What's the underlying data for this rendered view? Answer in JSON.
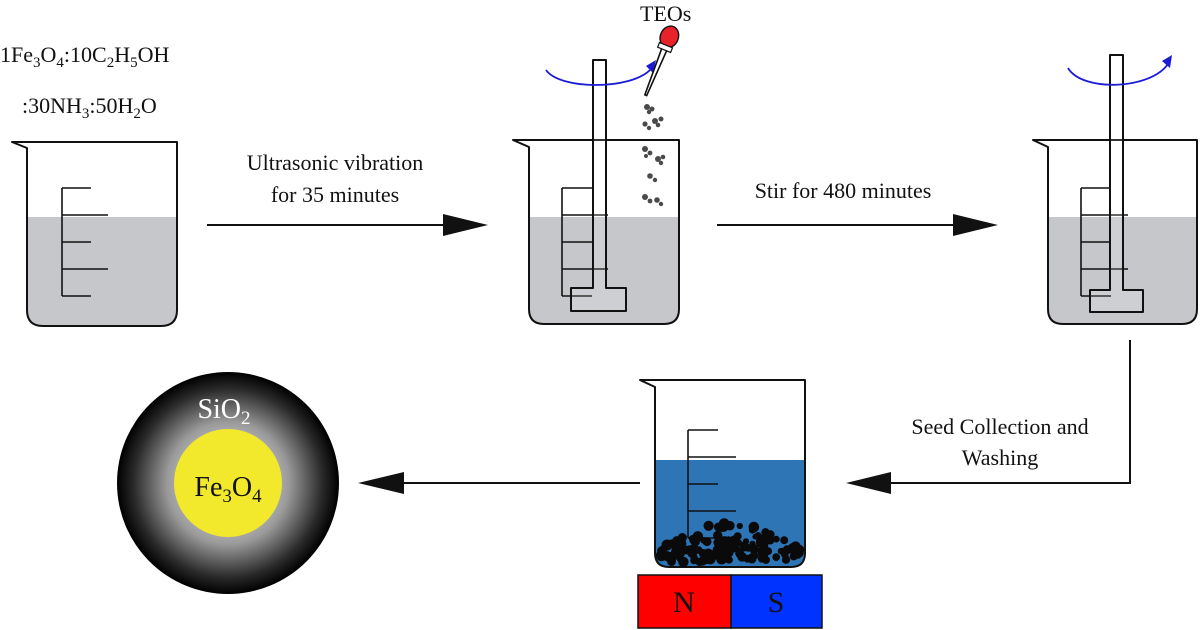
{
  "diagram": {
    "reagents": {
      "line1": {
        "p1": "1Fe",
        "s1": "3",
        "p2": "O",
        "s2": "4",
        "p3": ":10C",
        "s3": "2",
        "p4": "H",
        "s4": "5",
        "p5": "OH"
      },
      "line2": {
        "p1": ":30NH",
        "s1": "3",
        "p2": ":50H",
        "s2": "2",
        "p3": "O"
      }
    },
    "step1": {
      "line1": "Ultrasonic vibration",
      "line2": "for 35 minutes"
    },
    "reagent_drop": "TEOs",
    "step2": {
      "line1": "Stir for 480 minutes"
    },
    "step3": {
      "line1": "Seed Collection and",
      "line2": "Washing"
    },
    "magnet": {
      "north": "N",
      "south": "S"
    },
    "particle": {
      "shell": {
        "p1": "SiO",
        "s1": "2"
      },
      "core": {
        "p1": "Fe",
        "s1": "3",
        "p2": "O",
        "s2": "4"
      }
    },
    "colors": {
      "liquid_gray": "#c6c7cb",
      "liquid_blue": "#2e75b6",
      "rotation_arrow": "#1b1bd6",
      "magnet_north": "#ff0000",
      "magnet_south": "#0033ff",
      "core": "#f2e82c",
      "dropper_bulb": "#e8222a"
    }
  }
}
